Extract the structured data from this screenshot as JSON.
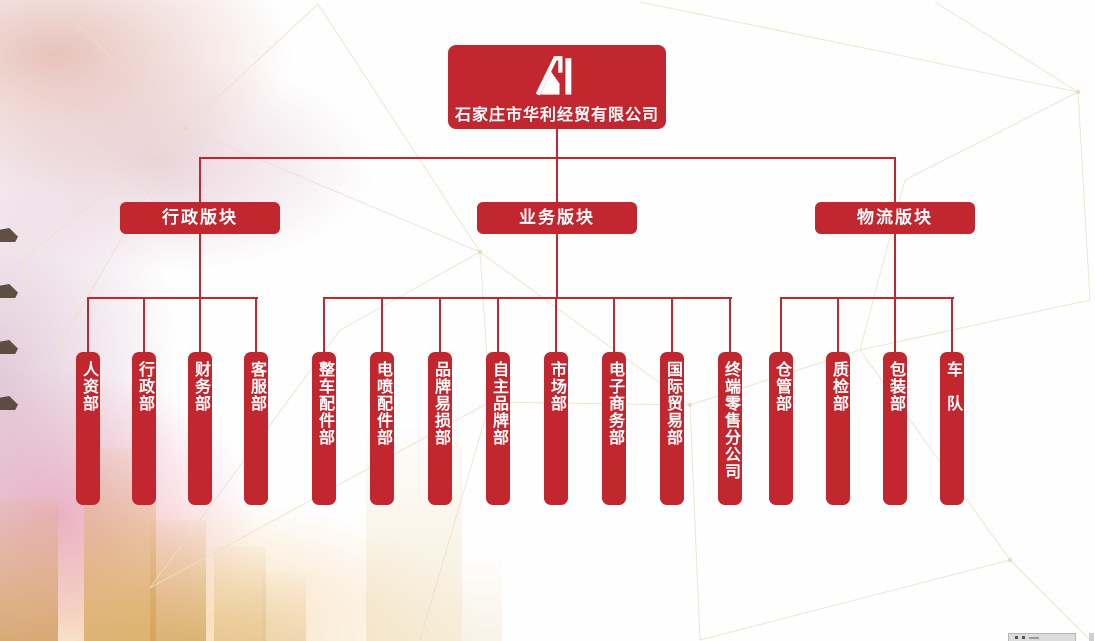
{
  "accent_color": "#c2262f",
  "mesh_line_color": "#ecdfc6",
  "chart": {
    "type": "org-chart",
    "root": {
      "name": "石家庄市华利经贸有限公司",
      "logo_icon": "huali-mountain-logo"
    },
    "groups": [
      {
        "label": "行政版块",
        "departments": [
          {
            "label": "人资部"
          },
          {
            "label": "行政部"
          },
          {
            "label": "财务部"
          },
          {
            "label": "客服部"
          }
        ]
      },
      {
        "label": "业务版块",
        "departments": [
          {
            "label": "整车配件部"
          },
          {
            "label": "电喷配件部"
          },
          {
            "label": "品牌易损部"
          },
          {
            "label": "自主品牌部"
          },
          {
            "label": "市场部"
          },
          {
            "label": "电子商务部"
          },
          {
            "label": "国际贸易部"
          },
          {
            "label": "终端零售分公司"
          }
        ]
      },
      {
        "label": "物流版块",
        "departments": [
          {
            "label": "仓管部"
          },
          {
            "label": "质检部"
          },
          {
            "label": "包装部"
          },
          {
            "label": "车队"
          }
        ]
      }
    ]
  }
}
